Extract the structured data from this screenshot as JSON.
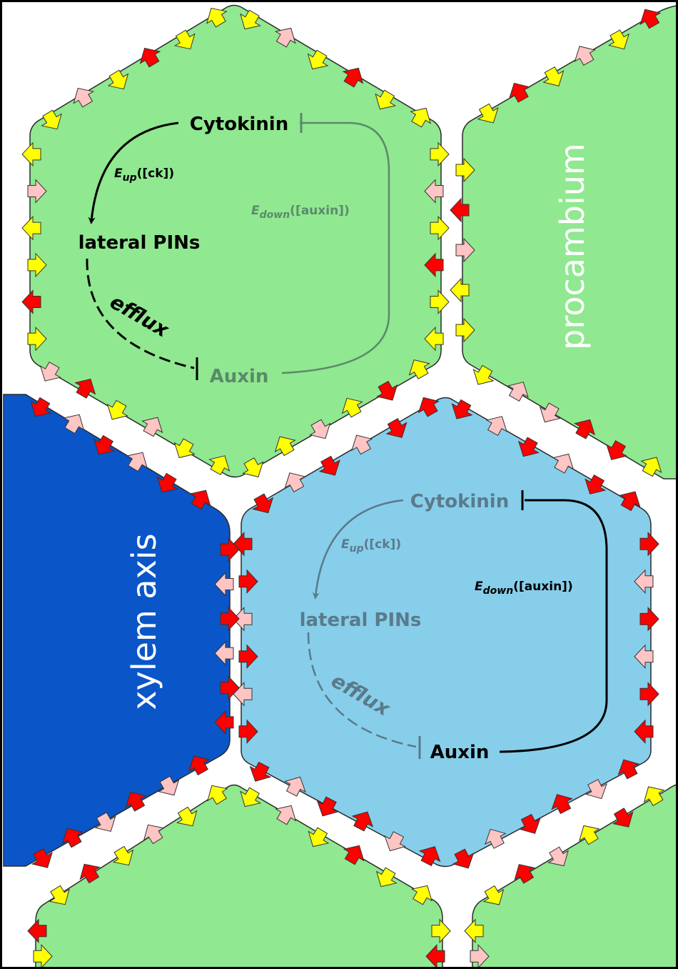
{
  "colors": {
    "cell_green": "#90e890",
    "cell_lightblue": "#87ceea",
    "cell_darkblue": "#0a56c8",
    "arrow_yellow": "#ffff00",
    "arrow_red": "#ff0000",
    "arrow_pink": "#ffc4c4",
    "text_active": "#000000",
    "text_inactive_green": "#5a8a6a",
    "text_inactive_blue": "#5a7a8a",
    "outline": "#2a2a2a"
  },
  "labels": {
    "procambium": "procambium",
    "xylem_axis": "xylem axis"
  },
  "green_cell": {
    "cytokinin": "Cytokinin",
    "lateral_pins": "lateral PINs",
    "auxin": "Auxin",
    "efflux": "efflux",
    "eup_E": "E",
    "eup_sub": "up",
    "eup_arg": "([ck])",
    "edown_E": "E",
    "edown_sub": "down",
    "edown_arg": "([auxin])"
  },
  "blue_cell": {
    "cytokinin": "Cytokinin",
    "lateral_pins": "lateral PINs",
    "auxin": "Auxin",
    "efflux": "efflux",
    "eup_E": "E",
    "eup_sub": "up",
    "eup_arg": "([ck])",
    "edown_E": "E",
    "edown_sub": "down",
    "edown_arg": "([auxin])"
  }
}
